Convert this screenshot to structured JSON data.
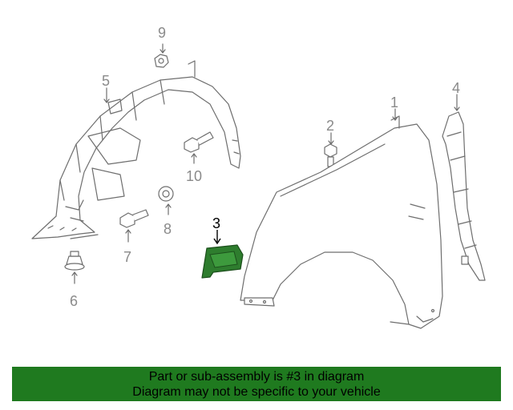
{
  "diagram": {
    "callouts": [
      {
        "id": "1",
        "label": "1"
      },
      {
        "id": "2",
        "label": "2"
      },
      {
        "id": "3",
        "label": "3"
      },
      {
        "id": "4",
        "label": "4"
      },
      {
        "id": "5",
        "label": "5"
      },
      {
        "id": "6",
        "label": "6"
      },
      {
        "id": "7",
        "label": "7"
      },
      {
        "id": "8",
        "label": "8"
      },
      {
        "id": "9",
        "label": "9"
      },
      {
        "id": "10",
        "label": "10"
      }
    ],
    "highlighted_part": "3",
    "colors": {
      "highlight_fill": "#2e7d2e",
      "line": "#6e6e6e",
      "banner": "#1f7a1f"
    }
  },
  "banner": {
    "line1": "Part or sub-assembly is #3 in diagram",
    "line2": "Diagram may not be specific to your vehicle"
  }
}
